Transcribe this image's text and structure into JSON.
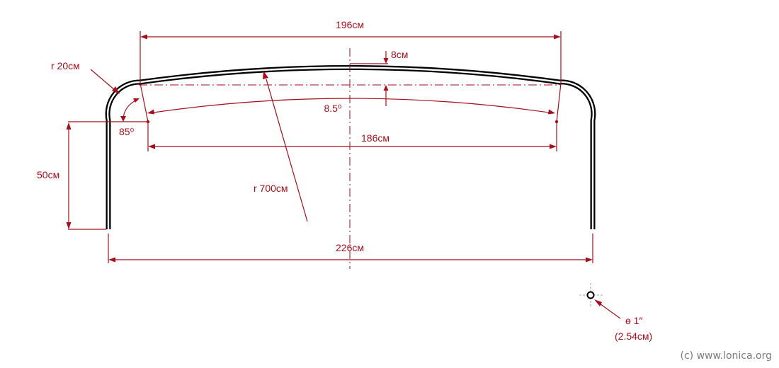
{
  "labels": {
    "top_width": "196см",
    "rise": "8см",
    "corner_radius": "r 20см",
    "arc_angle": "8.5⁰",
    "side_angle": "85⁰",
    "inner_span": "186см",
    "leg_height": "50см",
    "arc_radius": "r 700см",
    "overall_width": "226см",
    "tube_diameter": "ɵ 1″",
    "tube_diameter_cm": "(2.54см)"
  },
  "copyright": "(c) www.lonica.org",
  "colors": {
    "dimension": "#a50e1a",
    "tube": "#000000",
    "copyright": "#7a7a7a"
  }
}
